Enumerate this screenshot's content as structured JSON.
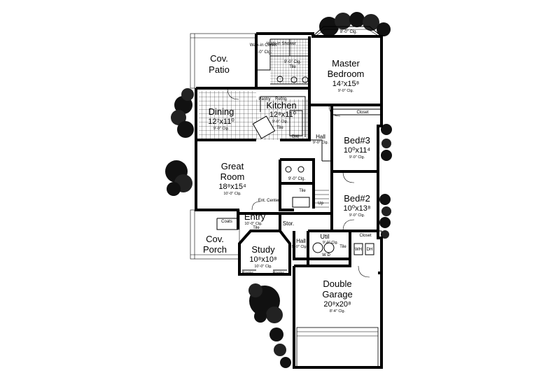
{
  "rooms": {
    "cov_patio": {
      "name1": "Cov.",
      "name2": "Patio"
    },
    "master": {
      "name1": "Master",
      "name2": "Bedroom",
      "dim": "14⁷x15⁸",
      "clg": "9'-0\" Clg."
    },
    "dining": {
      "name": "Dining",
      "dim": "12⁷x11⁰",
      "clg": "9'-0\" Clg."
    },
    "kitchen": {
      "name": "Kitchen",
      "dim": "12⁸x11⁰",
      "clg": "9'-0\" Clg."
    },
    "great_room": {
      "name1": "Great",
      "name2": "Room",
      "dim": "18⁸x15⁴",
      "clg": "10'-0\" Clg."
    },
    "bed3": {
      "name": "Bed#3",
      "dim": "10⁰x11⁴",
      "clg": "9'-0\" Clg."
    },
    "bed2": {
      "name": "Bed#2",
      "dim": "10⁰x13⁸",
      "clg": "9'-0\" Clg."
    },
    "entry": {
      "name": "Entry",
      "clg": "10'-0\" Clg."
    },
    "cov_porch": {
      "name1": "Cov.",
      "name2": "Porch"
    },
    "study": {
      "name": "Study",
      "dim": "10⁸x10⁸",
      "clg": "10'-0\" Clg."
    },
    "garage": {
      "name1": "Double",
      "name2": "Garage",
      "dim": "20⁸x20⁸",
      "clg": "8'-4\" Clg."
    },
    "hall_upper": {
      "name": "Hall",
      "clg": "9'-0\" Clg."
    },
    "hall_lower": {
      "name": "Hall",
      "clg": "9'-0\" Clg."
    },
    "util": {
      "name": "Util",
      "clg": "9'-0\" Clg."
    }
  },
  "labels": {
    "walk_in_closet": "Walk-in Closet",
    "walk_in_shower": "Walk-in Shower",
    "tile_master_bath": "Tile",
    "clg_master_bath": "9'-0\" Clg.",
    "clg_closet": "9'-0\" Clg.",
    "bay_clg": "8'-0\" Clg.",
    "pantry": "Pantry",
    "refrig": "Refrig.",
    "dw": "DW",
    "tile_kitchen": "Tile",
    "tile_bath2": "Tile",
    "clg_bath2": "9'-0\" Clg.",
    "closet_bed3": "Closet",
    "closet_bed2": "Closet",
    "ent_center": "Ent. Center",
    "coats": "Coats",
    "tile_entry": "Tile",
    "stor": "Stor.",
    "books_left": "Books",
    "books_right": "Books",
    "wh": "WH",
    "dh": "DH",
    "up": "Up",
    "wd": "W  D",
    "tile_util": "Tile"
  }
}
